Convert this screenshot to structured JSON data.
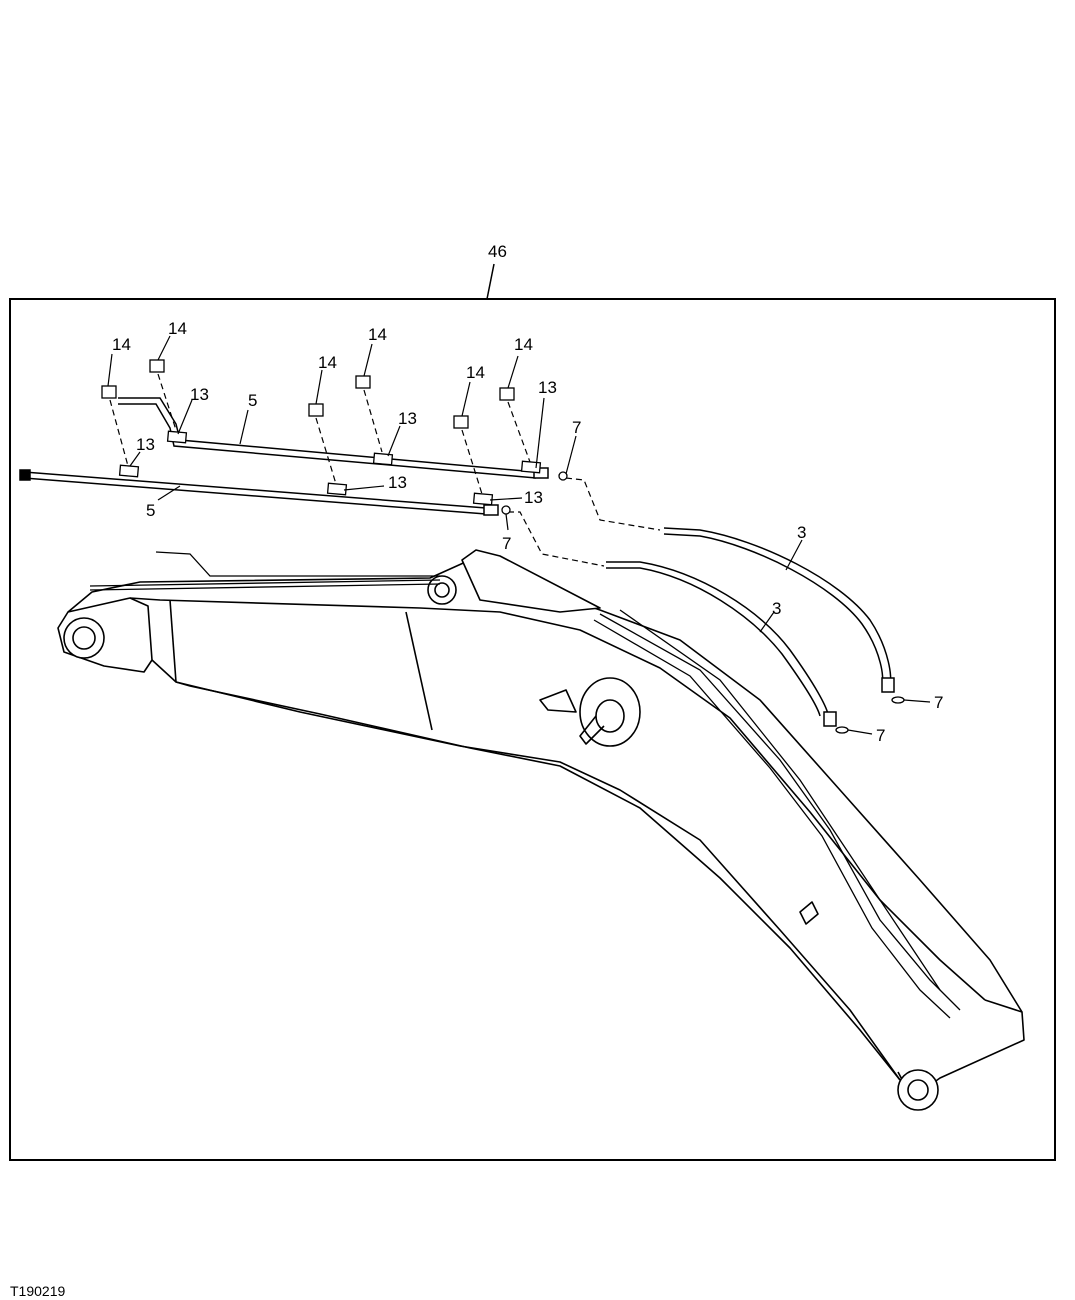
{
  "figure_id": "T190219",
  "callouts": {
    "assembly": "46",
    "bolt": "14",
    "clamp": "13",
    "tube": "5",
    "o_ring": "7",
    "hose": "3"
  }
}
